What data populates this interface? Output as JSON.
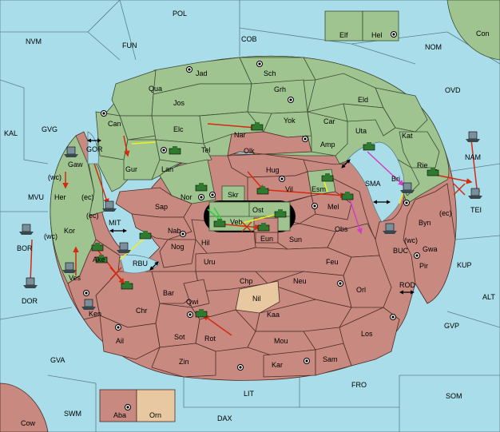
{
  "sea_labels": {
    "POL": "POL",
    "NVM": "NVM",
    "FUN": "FUN",
    "COB": "COB",
    "NOM": "NOM",
    "Con": "Con",
    "OVD": "OVD",
    "KAL": "KAL",
    "GVG": "GVG",
    "MVU": "MVU",
    "BOR": "BOR",
    "DOR": "DOR",
    "KUP": "KUP",
    "ALT": "ALT",
    "GVP": "GVP",
    "GVA": "GVA",
    "SWM": "SWM",
    "LIT": "LIT",
    "FRO": "FRO",
    "SOM": "SOM",
    "DAX": "DAX",
    "Cow": "Cow",
    "GOR": "GOR",
    "MIT": "MIT",
    "RBU": "RBU",
    "SMA": "SMA",
    "BUC": "BUC",
    "ROD": "ROD",
    "NAM": "NAM",
    "TEI": "TEI"
  },
  "land_labels": {
    "Jad": "Jad",
    "Sch": "Sch",
    "Qua": "Qua",
    "Jos": "Jos",
    "Grh": "Grh",
    "Eld": "Eld",
    "Can": "Can",
    "Yok": "Yok",
    "Car": "Car",
    "Uta": "Uta",
    "Kat": "Kat",
    "Elc": "Elc",
    "Nar": "Nar",
    "Tel": "Tel",
    "Olk": "Olk",
    "Amp": "Amp",
    "Gaw": "Gaw",
    "Gur": "Gur",
    "Lan": "Lan",
    "Hug": "Hug",
    "Rie": "Rie",
    "Bri": "Bri",
    "Esm": "Esm",
    "Her": "Her",
    "Nor": "Nor",
    "Skr": "Skr",
    "Vil": "Vil",
    "Mel": "Mel",
    "Sap": "Sap",
    "Ost": "Ost",
    "Byn": "Byn",
    "Veb": "Veb",
    "Kor": "Kor",
    "Nab": "Nab",
    "Hil": "Hil",
    "Eun": "Eun",
    "Sun": "Sun",
    "Obs": "Obs",
    "Gwa": "Gwa",
    "Nog": "Nog",
    "Ake": "Ake",
    "Uru": "Uru",
    "Feu": "Feu",
    "Pir": "Pir",
    "Ves": "Ves",
    "Chp": "Chp",
    "Neu": "Neu",
    "Nil": "Nil",
    "Bar": "Bar",
    "Orl": "Orl",
    "Qwi": "Qwi",
    "Chr": "Chr",
    "Ken": "Ken",
    "Kaa": "Kaa",
    "Sot": "Sot",
    "Rot": "Rot",
    "Ail": "Ail",
    "Mou": "Mou",
    "Los": "Los",
    "Zin": "Zin",
    "Kar": "Kar",
    "Sam": "Sam",
    "Elf": "Elf",
    "Hel": "Hel",
    "Aba": "Aba",
    "Orn": "Orn"
  },
  "coast_labels": {
    "gaw_wc": "(wc)",
    "her_ec": "(ec)",
    "kor_ec": "(ec)",
    "kor_wc": "(wc)",
    "byn_ec": "(ec)",
    "gwa_wc": "(wc)"
  },
  "colors": {
    "sea": "#a9dde9",
    "green": "#9fc48f",
    "brown": "#c88a80",
    "tan": "#e8c8a0",
    "order_move": "#d42a10",
    "order_support": "#f0f020",
    "order_convoy": "#d040c0",
    "order_hold": "#30d040"
  }
}
